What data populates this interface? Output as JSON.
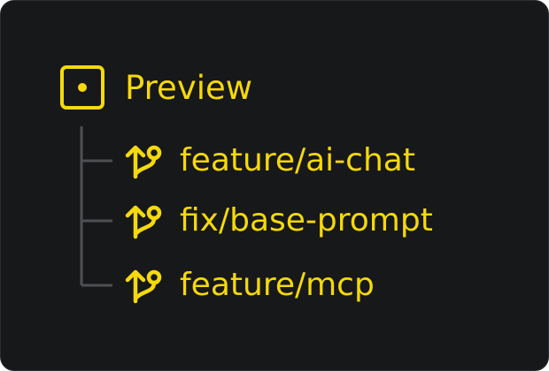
{
  "colors": {
    "background": "#17181a",
    "accent": "#f5d90a",
    "tree_line": "#4d4f53"
  },
  "root": {
    "icon": "dot-square-icon",
    "label": "Preview"
  },
  "branches": [
    {
      "icon": "git-branch-icon",
      "label": "feature/ai-chat"
    },
    {
      "icon": "git-branch-icon",
      "label": "fix/base-prompt"
    },
    {
      "icon": "git-branch-icon",
      "label": "feature/mcp"
    }
  ]
}
